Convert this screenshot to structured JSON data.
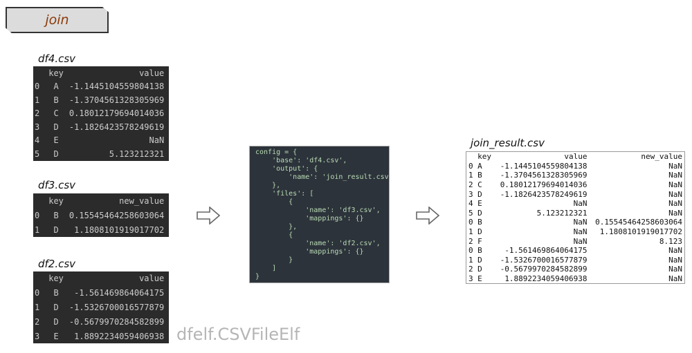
{
  "title": "join",
  "watermark": "dfelf.CSVFileElf",
  "df4": {
    "label": "df4.csv",
    "headers": [
      "",
      "key",
      "value"
    ],
    "rows": [
      [
        "0",
        "A",
        "-1.1445104559804138"
      ],
      [
        "1",
        "B",
        "-1.3704561328305969"
      ],
      [
        "2",
        "C",
        "0.18012179694014036"
      ],
      [
        "3",
        "D",
        "-1.1826423578249619"
      ],
      [
        "4",
        "E",
        "NaN"
      ],
      [
        "5",
        "D",
        "5.123212321"
      ]
    ]
  },
  "df3": {
    "label": "df3.csv",
    "headers": [
      "",
      "key",
      "new_value"
    ],
    "rows": [
      [
        "0",
        "B",
        "0.15545464258603064"
      ],
      [
        "1",
        "D",
        "1.1808101919017702"
      ]
    ]
  },
  "df2": {
    "label": "df2.csv",
    "headers": [
      "",
      "key",
      "value"
    ],
    "rows": [
      [
        "0",
        "B",
        "-1.561469864064175"
      ],
      [
        "1",
        "D",
        "-1.5326700016577879"
      ],
      [
        "2",
        "D",
        "-0.5679970284582899"
      ],
      [
        "3",
        "E",
        "1.8892234059406938"
      ]
    ]
  },
  "code": {
    "lines": [
      "config = {",
      "    'base': 'df4.csv',",
      "    'output': {",
      "        'name': 'join_result.csv'",
      "    },",
      "    'files': [",
      "        {",
      "            'name': 'df3.csv',",
      "            'mappings': {}",
      "        },",
      "        {",
      "            'name': 'df2.csv',",
      "            'mappings': {}",
      "        }",
      "    ]",
      "}"
    ]
  },
  "result": {
    "label": "join_result.csv",
    "headers": [
      "",
      "key",
      "value",
      "new_value"
    ],
    "rows": [
      [
        "0",
        "A",
        "-1.1445104559804138",
        "NaN"
      ],
      [
        "1",
        "B",
        "-1.3704561328305969",
        "NaN"
      ],
      [
        "2",
        "C",
        "0.18012179694014036",
        "NaN"
      ],
      [
        "3",
        "D",
        "-1.1826423578249619",
        "NaN"
      ],
      [
        "4",
        "E",
        "NaN",
        "NaN"
      ],
      [
        "5",
        "D",
        "5.123212321",
        "NaN"
      ],
      [
        "0",
        "B",
        "NaN",
        "0.15545464258603064"
      ],
      [
        "1",
        "D",
        "NaN",
        "1.1808101919017702"
      ],
      [
        "2",
        "F",
        "NaN",
        "8.123"
      ],
      [
        "0",
        "B",
        "-1.561469864064175",
        "NaN"
      ],
      [
        "1",
        "D",
        "-1.5326700016577879",
        "NaN"
      ],
      [
        "2",
        "D",
        "-0.5679970284582899",
        "NaN"
      ],
      [
        "3",
        "E",
        "1.8892234059406938",
        "NaN"
      ]
    ]
  }
}
